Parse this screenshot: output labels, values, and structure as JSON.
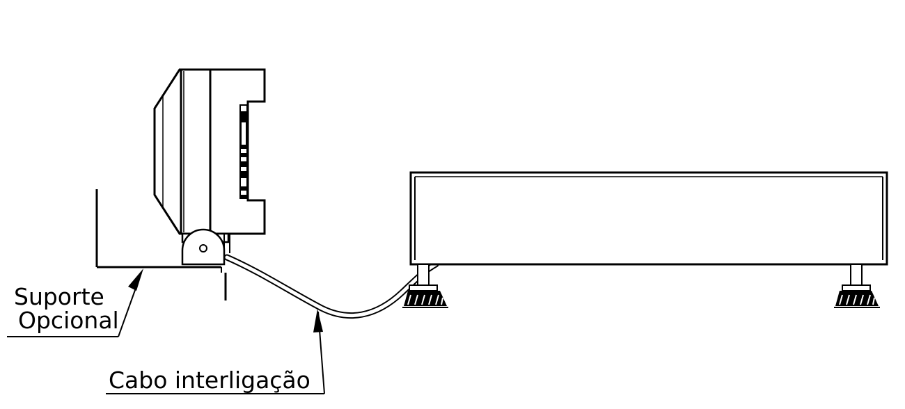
{
  "labels": {
    "support_line1": "Suporte",
    "support_line2": "Opcional",
    "cable": "Cabo interligação"
  }
}
